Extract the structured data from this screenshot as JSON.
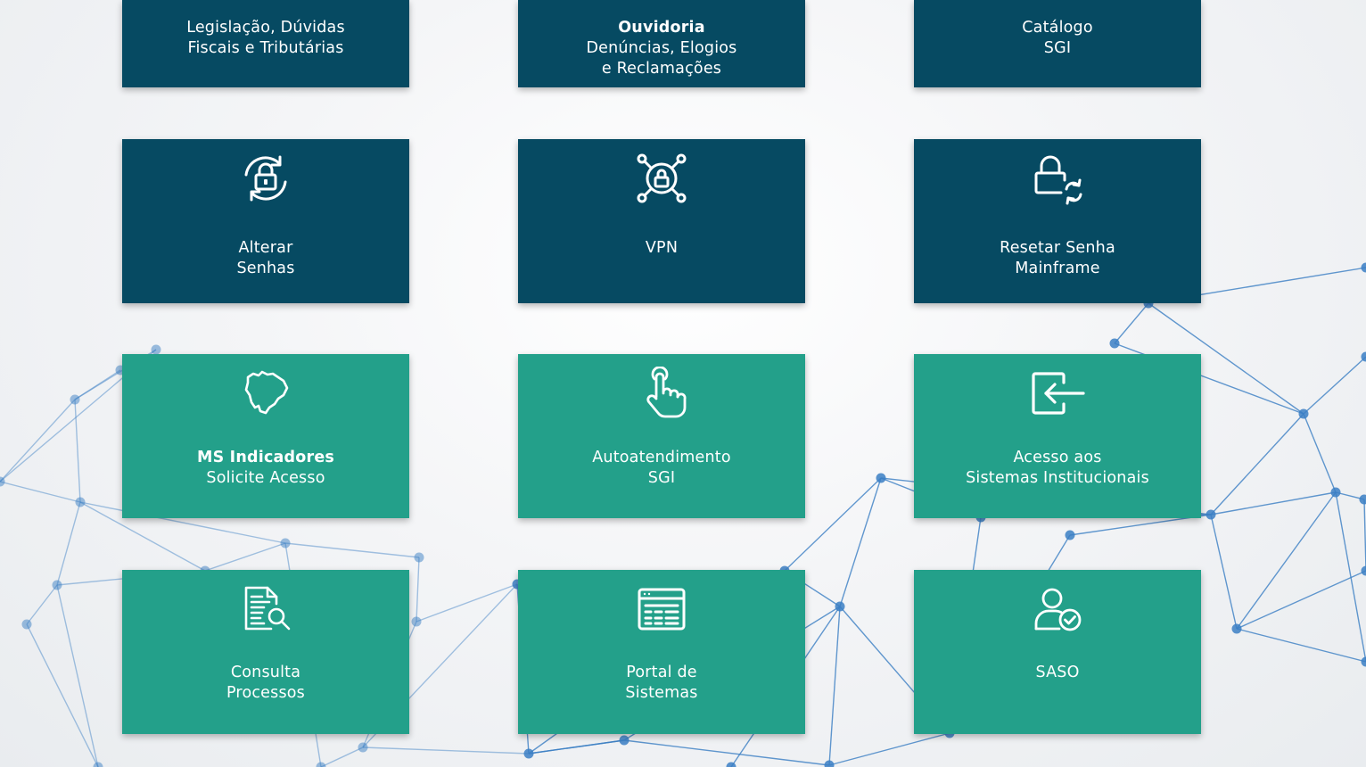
{
  "tiles": [
    {
      "id": "legislacao",
      "lines": [
        "Legislação, Dúvidas",
        "Fiscais e Tributárias"
      ],
      "bold_first": false,
      "icon": "none"
    },
    {
      "id": "ouvidoria",
      "lines": [
        "Ouvidoria",
        "Denúncias, Elogios",
        "e Reclamações"
      ],
      "bold_first": true,
      "icon": "none"
    },
    {
      "id": "catalogo",
      "lines": [
        "Catálogo",
        "SGI"
      ],
      "bold_first": false,
      "icon": "none"
    },
    {
      "id": "alterar-senhas",
      "lines": [
        "Alterar",
        "Senhas"
      ],
      "bold_first": false,
      "icon": "lock-refresh-icon"
    },
    {
      "id": "vpn",
      "lines": [
        "VPN"
      ],
      "bold_first": false,
      "icon": "network-lock-icon"
    },
    {
      "id": "resetar-senha",
      "lines": [
        "Resetar Senha",
        "Mainframe"
      ],
      "bold_first": false,
      "icon": "lock-reset-icon"
    },
    {
      "id": "ms-indicadores",
      "lines": [
        "MS Indicadores",
        "Solicite Acesso"
      ],
      "bold_first": true,
      "icon": "state-map-icon"
    },
    {
      "id": "autoatendimento",
      "lines": [
        "Autoatendimento",
        "SGI"
      ],
      "bold_first": false,
      "icon": "hand-pointer-icon"
    },
    {
      "id": "acesso-sistemas",
      "lines": [
        "Acesso aos",
        "Sistemas Institucionais"
      ],
      "bold_first": false,
      "icon": "sign-in-icon"
    },
    {
      "id": "consulta-processos",
      "lines": [
        "Consulta",
        "Processos"
      ],
      "bold_first": false,
      "icon": "document-search-icon"
    },
    {
      "id": "portal-sistemas",
      "lines": [
        "Portal de",
        "Sistemas"
      ],
      "bold_first": false,
      "icon": "browser-window-icon"
    },
    {
      "id": "saso",
      "lines": [
        "SASO"
      ],
      "bold_first": false,
      "icon": "user-check-icon"
    }
  ],
  "colors": {
    "dark_tile": "#064a62",
    "green_tile": "#23a08a",
    "text": "#ffffff",
    "network_line": "#3b7fc4"
  }
}
